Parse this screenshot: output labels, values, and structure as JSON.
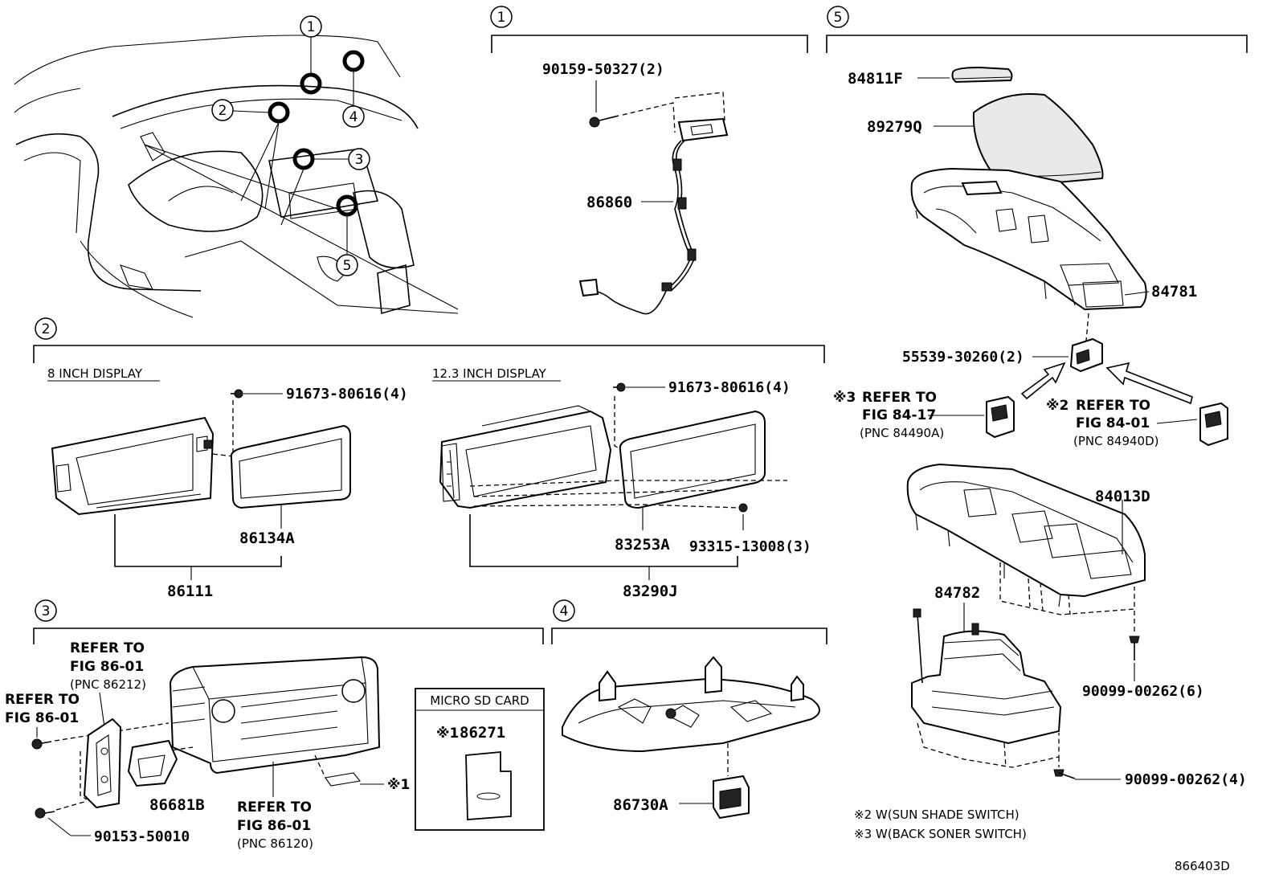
{
  "callouts": {
    "c1": "1",
    "c2": "2",
    "c3": "3",
    "c4": "4",
    "c5": "5"
  },
  "section1": {
    "bolt": "90159-50327(2)",
    "wire": "86860"
  },
  "section2": {
    "left_title": "8 INCH DISPLAY",
    "right_title": "12.3 INCH DISPLAY",
    "left_screw": "91673-80616(4)",
    "left_bezel": "86134A",
    "left_assy": "86111",
    "right_screw": "91673-80616(4)",
    "right_bezel": "83253A",
    "right_bolt": "93315-13008(3)",
    "right_assy": "83290J"
  },
  "section3": {
    "ref1_line1": "REFER TO",
    "ref1_line2": "FIG 86-01",
    "ref1_line3": "(PNC 86212)",
    "ref2_line1": "REFER TO",
    "ref2_line2": "FIG 86-01",
    "ref3_line1": "REFER TO",
    "ref3_line2": "FIG 86-01",
    "ref3_line3": "(PNC 86120)",
    "bracket": "86681B",
    "bolt": "90153-50010",
    "sd_title": "MICRO SD CARD",
    "sd_mark": "※1",
    "sd_part": "86271",
    "sd_ref": "※1"
  },
  "section4": {
    "part": "86730A"
  },
  "section5": {
    "p1": "84811F",
    "p2": "89279Q",
    "p3": "84781",
    "p4": "55539-30260(2)",
    "refA_mark": "※3",
    "refA_line1": "REFER TO",
    "refA_line2": "FIG 84-17",
    "refA_line3": "(PNC 84490A)",
    "refB_mark": "※2",
    "refB_line1": "REFER TO",
    "refB_line2": "FIG 84-01",
    "refB_line3": "(PNC 84940D)",
    "p5": "84013D",
    "p6": "84782",
    "p7": "90099-00262(6)",
    "p8": "90099-00262(4)"
  },
  "notes": {
    "n1": "※2 W(SUN SHADE SWITCH)",
    "n2": "※3 W(BACK SONER SWITCH)",
    "code": "866403D"
  }
}
